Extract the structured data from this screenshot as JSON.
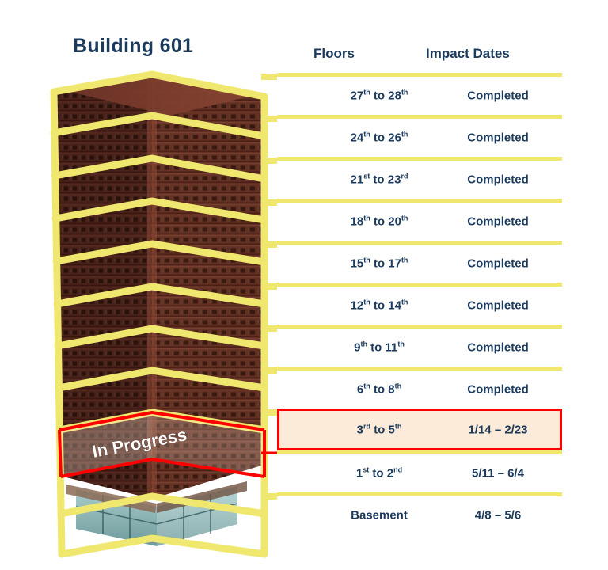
{
  "page": {
    "title": "Building 601",
    "background_color": "#FFFFFF"
  },
  "colors": {
    "navy_text": "#1B3A5C",
    "band_yellow": "#F0E86E",
    "highlight_border": "#FF0000",
    "highlight_fill": "#FDEBD9",
    "building_brick": "#5E2A20",
    "building_brick_light": "#7A3A2C",
    "glass_teal": "#7FB0B2"
  },
  "table": {
    "headers": {
      "floors": "Floors",
      "dates": "Impact Dates"
    },
    "rows": [
      {
        "floors_prefix": "27",
        "floors_sup1": "th",
        "floors_mid": " to 28",
        "floors_sup2": "th",
        "floors_plain": "27th to 28th",
        "dates": "Completed",
        "highlighted": false
      },
      {
        "floors_prefix": "24",
        "floors_sup1": "th",
        "floors_mid": " to 26",
        "floors_sup2": "th",
        "floors_plain": "24th to 26th",
        "dates": "Completed",
        "highlighted": false
      },
      {
        "floors_prefix": "21",
        "floors_sup1": "st",
        "floors_mid": " to 23",
        "floors_sup2": "rd",
        "floors_plain": "21st to 23rd",
        "dates": "Completed",
        "highlighted": false
      },
      {
        "floors_prefix": "18",
        "floors_sup1": "th",
        "floors_mid": " to 20",
        "floors_sup2": "th",
        "floors_plain": "18th to 20th",
        "dates": "Completed",
        "highlighted": false
      },
      {
        "floors_prefix": "15",
        "floors_sup1": "th",
        "floors_mid": " to 17",
        "floors_sup2": "th",
        "floors_plain": "15th to 17th",
        "dates": "Completed",
        "highlighted": false
      },
      {
        "floors_prefix": "12",
        "floors_sup1": "th",
        "floors_mid": " to 14",
        "floors_sup2": "th",
        "floors_plain": "12th to 14th",
        "dates": "Completed",
        "highlighted": false
      },
      {
        "floors_prefix": "9",
        "floors_sup1": "th",
        "floors_mid": " to 11",
        "floors_sup2": "th",
        "floors_plain": "9th to 11th",
        "dates": "Completed",
        "highlighted": false
      },
      {
        "floors_prefix": "6",
        "floors_sup1": "th",
        "floors_mid": " to 8",
        "floors_sup2": "th",
        "floors_plain": "6th to 8th",
        "dates": "Completed",
        "highlighted": false
      },
      {
        "floors_prefix": "3",
        "floors_sup1": "rd",
        "floors_mid": " to 5",
        "floors_sup2": "th",
        "floors_plain": "3rd to 5th",
        "dates": "1/14 – 2/23",
        "highlighted": true
      },
      {
        "floors_prefix": "1",
        "floors_sup1": "st",
        "floors_mid": " to 2",
        "floors_sup2": "nd",
        "floors_plain": "1st to 2nd",
        "dates": "5/11 – 6/4",
        "highlighted": false
      },
      {
        "floors_prefix": "Basement",
        "floors_sup1": "",
        "floors_mid": "",
        "floors_sup2": "",
        "floors_plain": "Basement",
        "dates": "4/8 – 5/6",
        "highlighted": false
      }
    ]
  },
  "building": {
    "in_progress_label": "In Progress",
    "band_count": 11,
    "description": "isometric 3D rendering of a brick high-rise tower banded by yellow floor-group outlines"
  }
}
